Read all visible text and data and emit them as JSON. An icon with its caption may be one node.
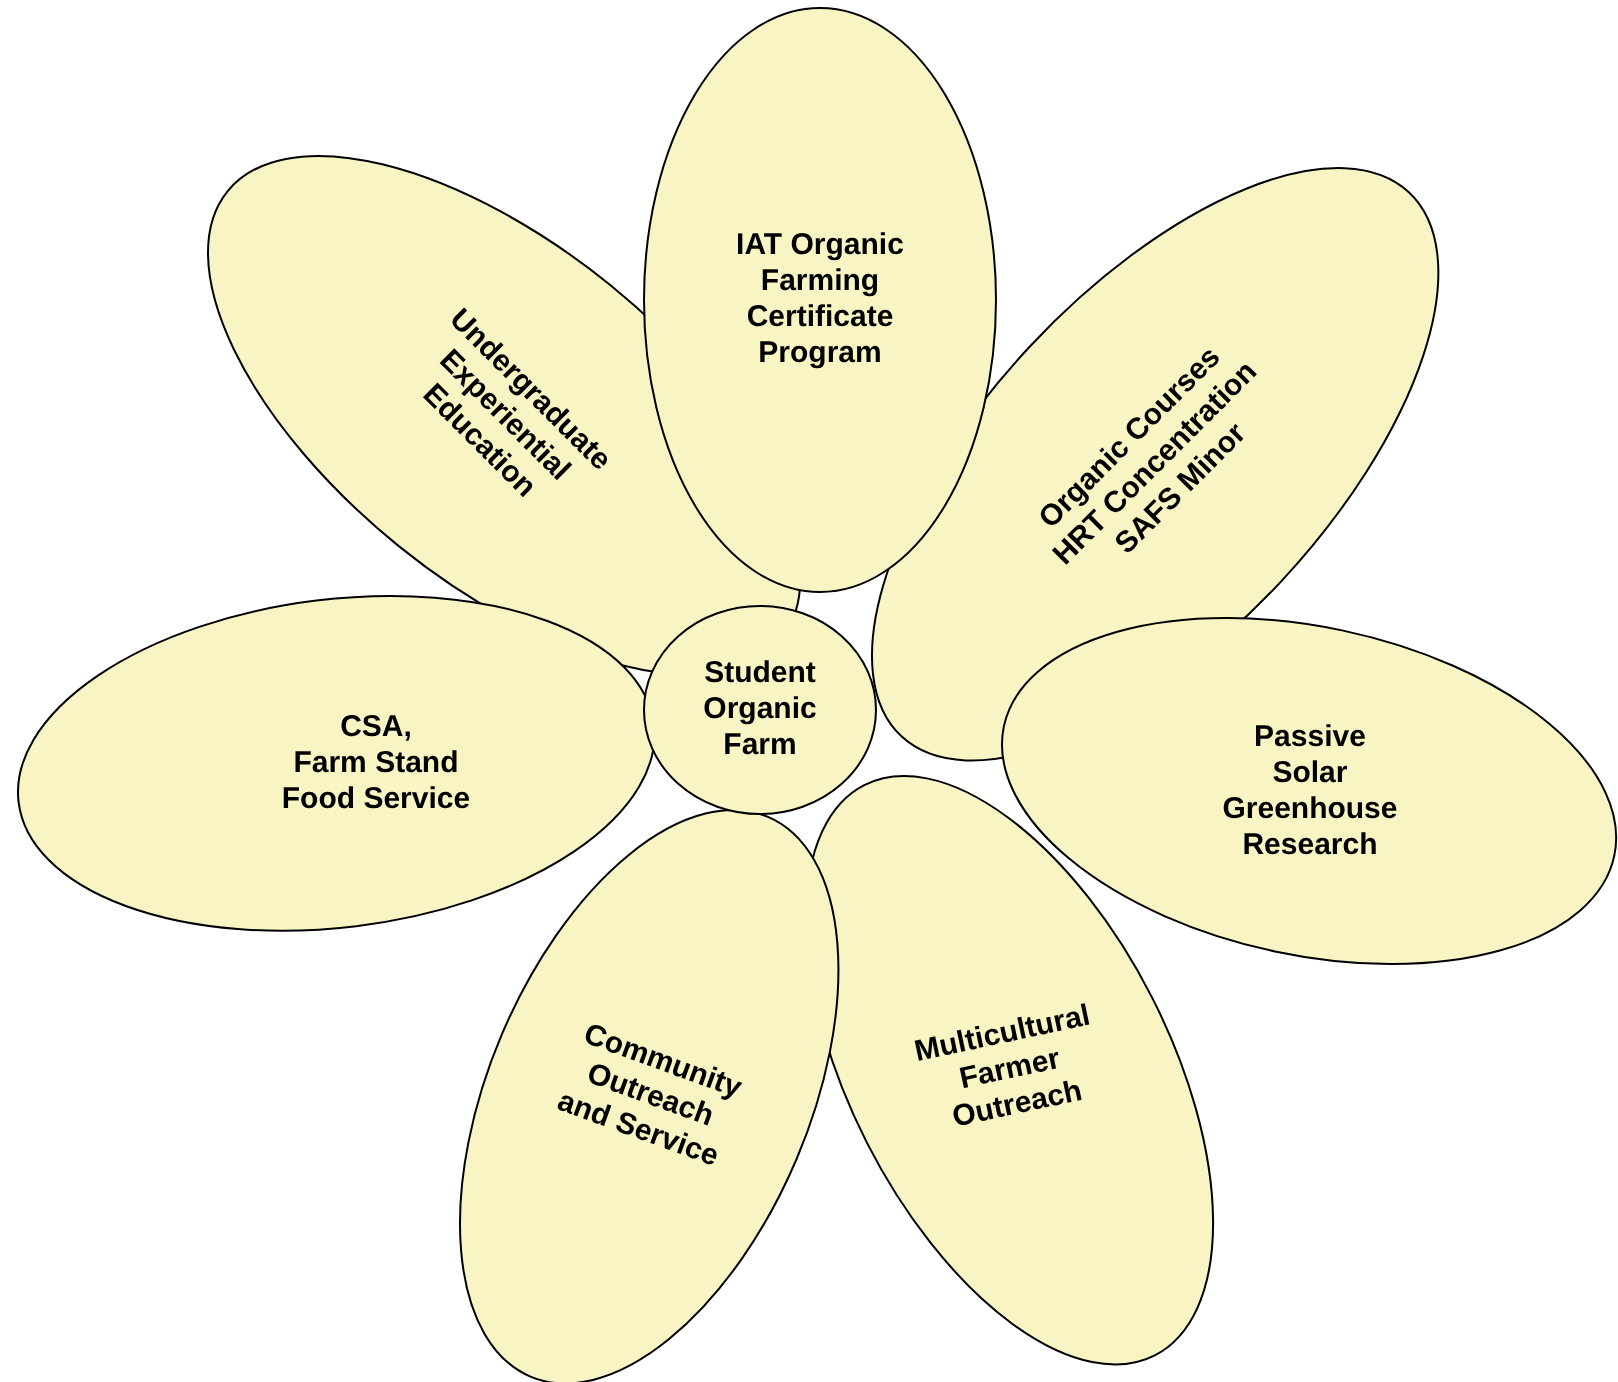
{
  "diagram": {
    "nodes": [
      {
        "text": [
          "IAT Organic Farming Certificate Program"
        ]
      },
      {
        "text": [
          "Undergraduate Experiential Education"
        ]
      },
      {
        "text": [
          "Organic Courses HRT Concentration SAFS Minor"
        ]
      },
      {
        "text": [
          "Student Organic Farm"
        ]
      },
      {
        "text": [
          "CSA,",
          "Farm Stand Food Service"
        ]
      },
      {
        "text": [
          "Passive Solar Greenhouse Research"
        ]
      },
      {
        "text": [
          "Community Outreach and Service"
        ]
      },
      {
        "text": [
          "Multicultural Farmer Outreach"
        ]
      }
    ]
  }
}
